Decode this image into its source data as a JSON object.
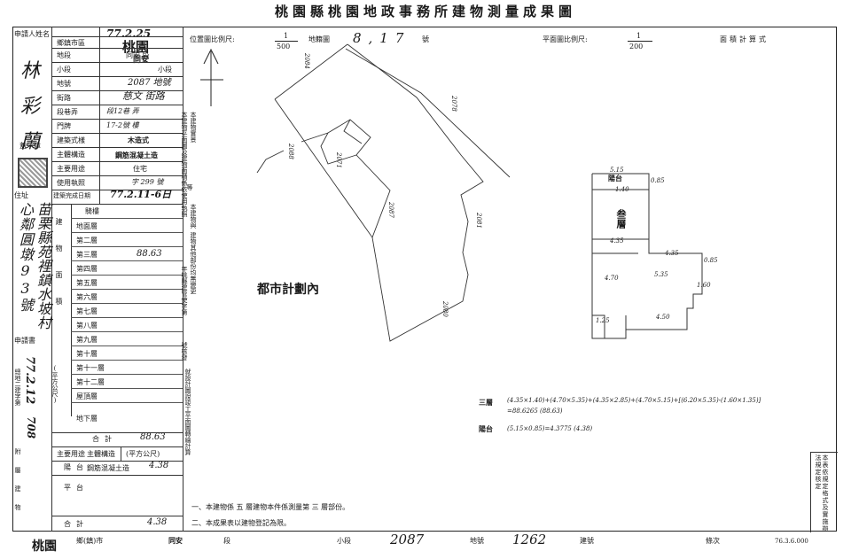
{
  "title": "桃園縣桃園地政事務所建物測量成果圖",
  "applicant": {
    "label": "申請人姓名",
    "name_chars": [
      "林",
      "彩",
      "蘭"
    ],
    "seal_label": "蓋章",
    "address_label": "住址",
    "address": "苗栗縣苑裡鎮水坡村",
    "address_col2": "心鄰圓墩93號",
    "date_label": "申請書",
    "date": "77.2.12"
  },
  "application_form": {
    "date_stamp": "77.2.25",
    "city_stamp": "桃園",
    "township_stamp": "同安",
    "rows": [
      {
        "label": "鄉鎮市區",
        "value": ""
      },
      {
        "label": "地段",
        "value": "同安 段"
      },
      {
        "label": "小段",
        "value": "小段"
      },
      {
        "label": "地號",
        "value": "2087 地號"
      },
      {
        "label": "街路",
        "value": "慈文 街路"
      },
      {
        "label": "段巷弄",
        "value": "段12巷 弄"
      },
      {
        "label": "門牌",
        "value": "17-2號 樓"
      },
      {
        "label": "建築式樣",
        "value": "木造式"
      },
      {
        "label": "主體構造",
        "value": "鋼筋混凝土造"
      },
      {
        "label": "主要用途",
        "value": "住宅"
      },
      {
        "label": "使用執照",
        "value": "字 299 號"
      },
      {
        "label": "建築完成日期",
        "value": "77.2.11-6日"
      }
    ],
    "floors_label": "建物面積",
    "floors": [
      {
        "name": "騎樓",
        "area": ""
      },
      {
        "name": "地面層",
        "area": ""
      },
      {
        "name": "第二層",
        "area": ""
      },
      {
        "name": "第三層",
        "area": "88.63"
      },
      {
        "name": "第四層",
        "area": ""
      },
      {
        "name": "第五層",
        "area": ""
      },
      {
        "name": "第六層",
        "area": ""
      },
      {
        "name": "第七層",
        "area": ""
      },
      {
        "name": "第八層",
        "area": ""
      },
      {
        "name": "第九層",
        "area": ""
      },
      {
        "name": "第十層",
        "area": ""
      },
      {
        "name": "第十一層",
        "area": ""
      },
      {
        "name": "第十二層",
        "area": ""
      },
      {
        "name": "屋頂層",
        "area": ""
      },
      {
        "name": "地下層",
        "area": ""
      }
    ],
    "unit_label": "(平方公尺)",
    "building_no_label": "總地二建字第",
    "building_no": "708",
    "total_label": "合計",
    "total": "88.63",
    "attached_label": "附屬建物",
    "attached_usage_label": "主要用途",
    "attached_structure_label": "主體構造",
    "attached_unit": "(平方公尺)",
    "balcony_label": "陽台",
    "balcony_structure": "鋼筋混凝土造",
    "balcony_area": "4.38",
    "platform_label": "平台",
    "attached_total_label": "合計",
    "attached_total": "4.38"
  },
  "notes_vertical": [
    "本建物平面圖及建物面積係依使用執照",
    "本建物與",
    "建物其他部份均無變更",
    "等",
    "本建物實景",
    "年桃縣建管使字第",
    "號核發",
    "就設計圖說竣工平面圖轉繪計算"
  ],
  "location_map": {
    "scale_label": "位置圖比例尺:",
    "scale_num": "1",
    "scale_den": "500",
    "map_no_label": "地籍圖",
    "map_no": "8,17",
    "map_no_suffix": "號",
    "urban_plan_label": "都市計劃內",
    "parcel_labels": [
      "2087",
      "2084",
      "2088",
      "2078",
      "2081",
      "2080",
      "2071"
    ]
  },
  "floor_plan": {
    "scale_label": "平面圖比例尺:",
    "scale_num": "1",
    "scale_den": "200",
    "area_calc_label": "面積計算式",
    "balcony_label": "陽台",
    "floor_label": "叁層",
    "dims": [
      "4.35",
      "5.15",
      "0.85",
      "1.40",
      "4.35",
      "5.35",
      "4.70",
      "1.60",
      "0.85",
      "4.50",
      "1.25"
    ]
  },
  "calculations": {
    "floor3_label": "三層",
    "floor3_formula": "(4.35×1.40)+(4.70×5.35)+(4.35×2.85)+(4.70×5.15)+[(6.20×5.35)-(1.60×1.35)]",
    "floor3_result": "=88.6265 (88.63)",
    "balcony_label": "陽台",
    "balcony_formula": "(5.15×0.85)=4.3775 (4.38)"
  },
  "footnotes": [
    "一、本建物係 五 層建物本件係測量第 三 層部份。",
    "二、本成果表以建物登記為限。"
  ],
  "side_note": "本表依規定格式及實施辦法規定核定",
  "bottom_bar": {
    "city_stamp": "桃園",
    "city_suffix": "鄉(鎮)市",
    "township": "同安",
    "section_suffix": "段",
    "subsection_suffix": "小段",
    "land_no": "2087",
    "land_no_suffix": "地號",
    "building_no": "1262",
    "building_no_suffix": "建號",
    "batch_label": "條次",
    "print_date": "76.3.6.000"
  }
}
